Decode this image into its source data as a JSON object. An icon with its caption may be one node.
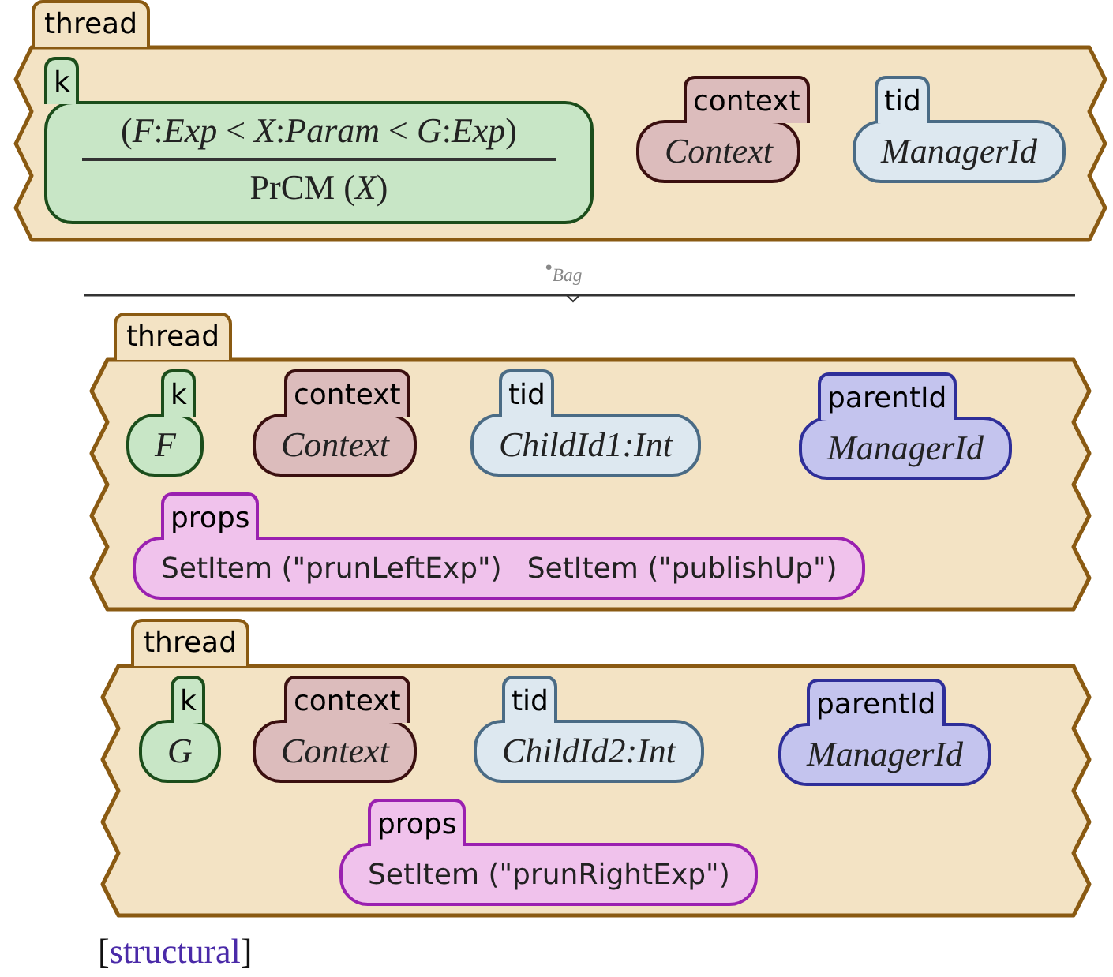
{
  "diagram": {
    "nodes": [
      {
        "text": [
          "thread"
        ]
      },
      {
        "text": [
          "k",
          "(*F*:*Exp* < *X*:*Param* < *G*:*Exp*)",
          "PrCM (*X*)"
        ],
        "in": 0
      },
      {
        "text": [
          "context",
          "Context"
        ],
        "in": 0
      },
      {
        "text": [
          "tid",
          "ManagerId"
        ],
        "in": 0
      },
      {
        "text": [
          "thread"
        ]
      },
      {
        "text": [
          "k",
          "F"
        ],
        "in": 4
      },
      {
        "text": [
          "context",
          "Context"
        ],
        "in": 4
      },
      {
        "text": [
          "tid",
          "ChildId1:Int"
        ],
        "in": 4
      },
      {
        "text": [
          "parentId",
          "ManagerId"
        ],
        "in": 4
      },
      {
        "text": [
          "props",
          "SetItem (\"prunLeftExp\")",
          "SetItem (\"publishUp\")"
        ],
        "in": 4
      },
      {
        "text": [
          "thread"
        ]
      },
      {
        "text": [
          "k",
          "G"
        ],
        "in": 10
      },
      {
        "text": [
          "context",
          "Context"
        ],
        "in": 10
      },
      {
        "text": [
          "tid",
          "ChildId2:Int"
        ],
        "in": 10
      },
      {
        "text": [
          "parentId",
          "ManagerId"
        ],
        "in": 10
      },
      {
        "text": [
          "props",
          "SetItem (\"prunRightExp\")"
        ],
        "in": 10
      }
    ],
    "labels": [
      "•$_{Bag}$",
      "[structural]"
    ]
  }
}
